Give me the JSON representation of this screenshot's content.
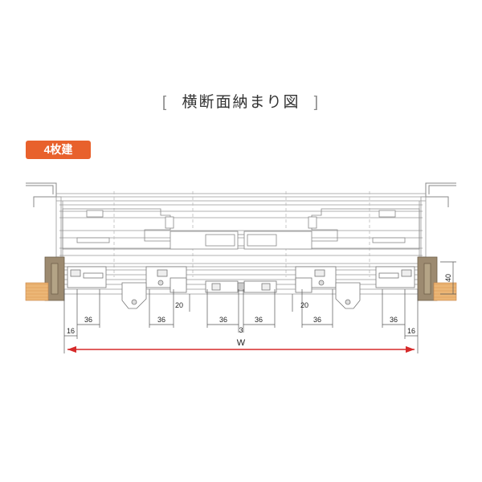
{
  "title": {
    "open_bracket": "[",
    "text": "横断面納まり図",
    "close_bracket": "]"
  },
  "badge": {
    "label": "4枚建"
  },
  "dimensions": {
    "left_outer": "16",
    "left_36": "36",
    "left_mid_36": "36",
    "left_20": "20",
    "center_left_36": "36",
    "center_gap": "3",
    "center_right_36": "36",
    "right_mid_36": "36",
    "right_20": "20",
    "right_36": "36",
    "right_outer": "16",
    "height_40": "40",
    "overall": "W"
  },
  "colors": {
    "accent": "#e8612c",
    "frame_brown": "#9c8a70",
    "wood": "#e8b070",
    "dimension_red": "#d62a2a"
  }
}
